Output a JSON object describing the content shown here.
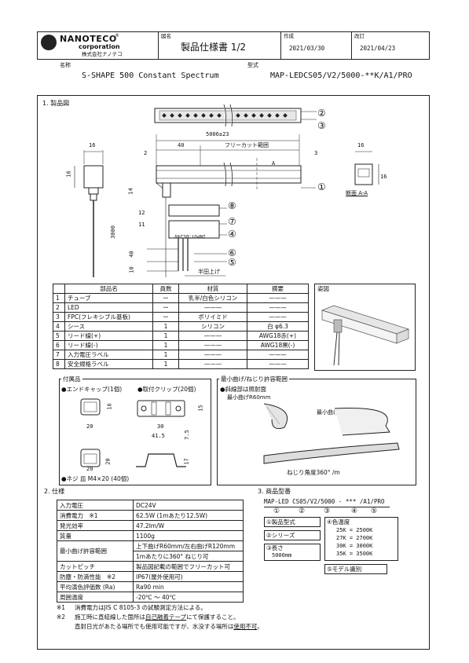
{
  "header": {
    "brand": "NANOTECO",
    "brand_mark": "®",
    "brand_sub": "corporation",
    "brand_jp": "株式会社ナノテコ",
    "zumei_label": "図名",
    "title": "製品仕様書 1/2",
    "created_label": "作成",
    "created_date": "2021/03/30",
    "revised_label": "改訂",
    "revised_date": "2021/04/23",
    "name_label": "名称",
    "product_name": "S-SHAPE 500 Constant Spectrum",
    "model_label": "型式",
    "model": "MAP-LEDCS05/V2/5000-**K/A1/PRO"
  },
  "drawing": {
    "section_title": "1. 製品図",
    "dim_total": "5006±23",
    "dim_left": "2",
    "dim_40": "40",
    "free_cut": "フリーカット範囲",
    "dim_right": "3",
    "dim_16a": "16",
    "dim_16b": "16",
    "dim_16c": "16",
    "dim_16d": "16",
    "section_mark": "A",
    "section_label": "断面 A-A",
    "dim_14": "14",
    "dim_12": "12",
    "dim_11": "11",
    "dim_3000": "3000",
    "dim_40v": "40",
    "dim_10": "10",
    "label_text": "INPUT:DC24V",
    "solder": "半田上げ",
    "callouts": [
      "①",
      "②",
      "③",
      "④",
      "⑤",
      "⑥",
      "⑦",
      "⑧"
    ]
  },
  "parts": {
    "headers": [
      "部品名",
      "員数",
      "材質",
      "摘要"
    ],
    "zu_label": "姿図",
    "rows": [
      {
        "no": "1",
        "name": "チューブ",
        "qty": "ー",
        "mat": "乳半/白色シリコン",
        "note": "———"
      },
      {
        "no": "2",
        "name": "LED",
        "qty": "ー",
        "mat": "———",
        "note": "———"
      },
      {
        "no": "3",
        "name": "FPC(フレキシブル基板)",
        "qty": "ー",
        "mat": "ポリイミド",
        "note": "———"
      },
      {
        "no": "4",
        "name": "シース",
        "qty": "1",
        "mat": "シリコン",
        "note": "白 φ6.3"
      },
      {
        "no": "5",
        "name": "リード線(+)",
        "qty": "1",
        "mat": "———",
        "note": "AWG18赤(+)"
      },
      {
        "no": "6",
        "name": "リード線(-)",
        "qty": "1",
        "mat": "———",
        "note": "AWG18黒(-)"
      },
      {
        "no": "7",
        "name": "入力電圧ラベル",
        "qty": "1",
        "mat": "———",
        "note": "———"
      },
      {
        "no": "8",
        "name": "安全規格ラベル",
        "qty": "1",
        "mat": "———",
        "note": "———"
      }
    ]
  },
  "accessories": {
    "title": "付属品",
    "endcap": "●エンドキャップ(1個)",
    "clip": "●取付クリップ(20個)",
    "screw": "●ネジ 皿 M4×20 (40個)",
    "d16": "16",
    "d20a": "20",
    "d20b": "20",
    "d20c": "20",
    "d15": "15",
    "d30": "30",
    "d415": "41.5",
    "d75": "7.5",
    "d17": "17"
  },
  "bend": {
    "title": "最小曲げ/ねじり許容範囲",
    "note": "●斜線部は照射面",
    "r60": "最小曲げR60mm",
    "r120": "最小曲げR120mm",
    "twist": "ねじり角度360° /m"
  },
  "spec": {
    "title": "2. 仕様",
    "rows": [
      {
        "k": "入力電圧",
        "v": "DC24V"
      },
      {
        "k": "消費電力　※1",
        "v": "62.5W (1mあたり12.5W)"
      },
      {
        "k": "発光効率",
        "v": "47.2lm/W"
      },
      {
        "k": "質量",
        "v": "1100g"
      },
      {
        "k": "最小曲げ許容範囲",
        "v": "上下曲げR60mm/左右曲げR120mm",
        "v2": "1mあたりに360° ねじり可"
      },
      {
        "k": "カットピッチ",
        "v": "製品図記載の範囲でフリーカット可"
      },
      {
        "k": "防塵・防滴性能　※2",
        "v": "IP67(屋外使用可)"
      },
      {
        "k": "平均演色評価数 (Ra)",
        "v": "Ra90 min"
      },
      {
        "k": "周囲温度",
        "v": "-20℃ ～ 40℃"
      }
    ],
    "note1_mark": "※1",
    "note1": "消費電力はJIS C 8105-3 の試験測定方法による。",
    "note2_mark": "※2",
    "note2_a": "施工時に直結線した箇所は",
    "note2_b": "自己融着テープ",
    "note2_c": "にて保護すること。",
    "note3_a": "直射日光があたる場所でも使用可能ですが、水没する場所は",
    "note3_b": "使用不可",
    "note3_c": "。"
  },
  "model": {
    "title": "3. 商品型番",
    "code": "MAP-LED CS05/V2/5000 - *** /A1/PRO",
    "marks": [
      "①",
      "②",
      "③",
      "④",
      "⑤"
    ],
    "c1": "①製品型式",
    "c2": "②シリーズ",
    "c3": "③長さ",
    "c3v": "5000mm",
    "c4": "④色温度",
    "temps": [
      "25K = 2500K",
      "27K = 2700K",
      "30K = 3000K",
      "35K = 3500K"
    ],
    "c5": "⑤モデル識別"
  }
}
